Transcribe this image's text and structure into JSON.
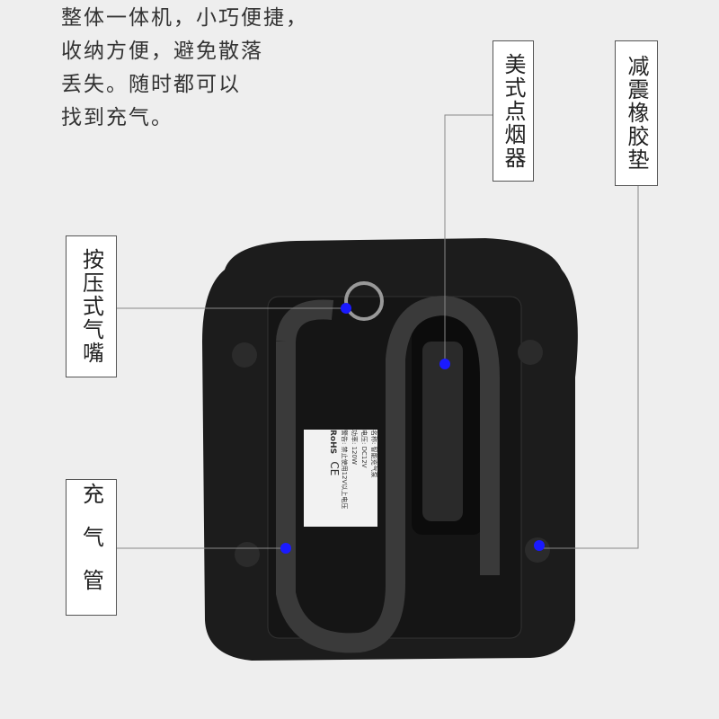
{
  "intro_lines": [
    "整体一体机，小巧便捷，",
    "收纳方便，避免散落",
    "丢失。随时都可以",
    "找到充气。"
  ],
  "callouts": {
    "cigarette_plug": "美式点烟器",
    "rubber_pad": "减震橡胶垫",
    "valve": "按压式气嘴",
    "hose": "充气管"
  },
  "label": {
    "lines": [
      "名称: 智能充气泵",
      "电压: DC12V",
      "功率: 120W",
      "警告: 禁止使用12V以上电压"
    ],
    "rohs": "RoHS",
    "ce": "CE"
  },
  "colors": {
    "dot": "#1a1aff",
    "device": "#1c1c1c"
  }
}
